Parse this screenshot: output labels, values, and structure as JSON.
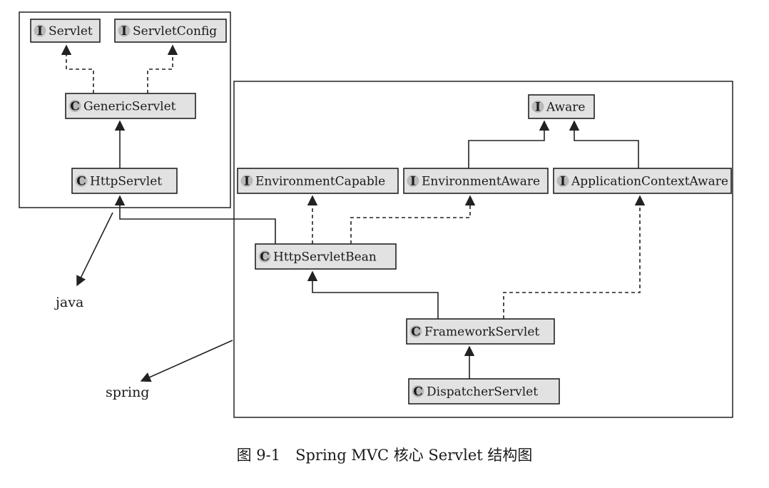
{
  "colors": {
    "node_fill": "#e2e2e2",
    "badge_fill": "#b9b9b9",
    "line": "#222222",
    "background": "#ffffff"
  },
  "groups": [
    {
      "id": "java_box"
    },
    {
      "id": "spring_box"
    }
  ],
  "nodes": [
    {
      "id": "servlet",
      "badge": "I",
      "label": "Servlet",
      "kind": "interface"
    },
    {
      "id": "servlet_config",
      "badge": "I",
      "label": "ServletConfig",
      "kind": "interface"
    },
    {
      "id": "generic_servlet",
      "badge": "C",
      "label": "GenericServlet",
      "kind": "class"
    },
    {
      "id": "http_servlet",
      "badge": "C",
      "label": "HttpServlet",
      "kind": "class"
    },
    {
      "id": "aware",
      "badge": "I",
      "label": "Aware",
      "kind": "interface"
    },
    {
      "id": "environment_capable",
      "badge": "I",
      "label": "EnvironmentCapable",
      "kind": "interface"
    },
    {
      "id": "environment_aware",
      "badge": "I",
      "label": "EnvironmentAware",
      "kind": "interface"
    },
    {
      "id": "application_context_aware",
      "badge": "I",
      "label": "ApplicationContextAware",
      "kind": "interface"
    },
    {
      "id": "http_servlet_bean",
      "badge": "C",
      "label": "HttpServletBean",
      "kind": "class"
    },
    {
      "id": "framework_servlet",
      "badge": "C",
      "label": "FrameworkServlet",
      "kind": "class"
    },
    {
      "id": "dispatcher_servlet",
      "badge": "C",
      "label": "DispatcherServlet",
      "kind": "class"
    }
  ],
  "edges": [
    {
      "from": "generic_servlet",
      "to": "servlet",
      "style": "dashed"
    },
    {
      "from": "generic_servlet",
      "to": "servlet_config",
      "style": "dashed"
    },
    {
      "from": "http_servlet",
      "to": "generic_servlet",
      "style": "solid"
    },
    {
      "from": "environment_aware",
      "to": "aware",
      "style": "solid"
    },
    {
      "from": "application_context_aware",
      "to": "aware",
      "style": "solid"
    },
    {
      "from": "http_servlet_bean",
      "to": "http_servlet",
      "style": "solid"
    },
    {
      "from": "http_servlet_bean",
      "to": "environment_capable",
      "style": "dashed"
    },
    {
      "from": "http_servlet_bean",
      "to": "environment_aware",
      "style": "dashed"
    },
    {
      "from": "framework_servlet",
      "to": "http_servlet_bean",
      "style": "solid"
    },
    {
      "from": "framework_servlet",
      "to": "application_context_aware",
      "style": "dashed"
    },
    {
      "from": "dispatcher_servlet",
      "to": "framework_servlet",
      "style": "solid"
    }
  ],
  "labels": {
    "java": "java",
    "spring": "spring"
  },
  "caption": "图 9-1　Spring MVC 核心 Servlet 结构图"
}
